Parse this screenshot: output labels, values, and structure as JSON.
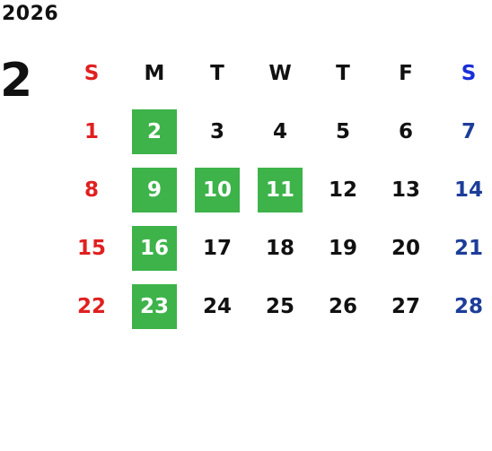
{
  "year": "2026",
  "month": "2",
  "weekdays": [
    {
      "label": "S",
      "color": "#e02020"
    },
    {
      "label": "M",
      "color": "#111111"
    },
    {
      "label": "T",
      "color": "#111111"
    },
    {
      "label": "W",
      "color": "#111111"
    },
    {
      "label": "T",
      "color": "#111111"
    },
    {
      "label": "F",
      "color": "#111111"
    },
    {
      "label": "S",
      "color": "#1a2fd8"
    }
  ],
  "colors": {
    "sunday": "#e02020",
    "saturday": "#1d3d99",
    "weekday": "#111111",
    "highlight_bg": "#3db34a",
    "highlight_text": "#ffffff"
  },
  "weeks": [
    [
      {
        "day": "1"
      },
      {
        "day": "2",
        "highlight": true
      },
      {
        "day": "3"
      },
      {
        "day": "4"
      },
      {
        "day": "5"
      },
      {
        "day": "6"
      },
      {
        "day": "7"
      }
    ],
    [
      {
        "day": "8"
      },
      {
        "day": "9",
        "highlight": true
      },
      {
        "day": "10",
        "highlight": true
      },
      {
        "day": "11",
        "highlight": true
      },
      {
        "day": "12"
      },
      {
        "day": "13"
      },
      {
        "day": "14"
      }
    ],
    [
      {
        "day": "15"
      },
      {
        "day": "16",
        "highlight": true
      },
      {
        "day": "17"
      },
      {
        "day": "18"
      },
      {
        "day": "19"
      },
      {
        "day": "20"
      },
      {
        "day": "21"
      }
    ],
    [
      {
        "day": "22"
      },
      {
        "day": "23",
        "highlight": true
      },
      {
        "day": "24"
      },
      {
        "day": "25"
      },
      {
        "day": "26"
      },
      {
        "day": "27"
      },
      {
        "day": "28"
      }
    ]
  ]
}
